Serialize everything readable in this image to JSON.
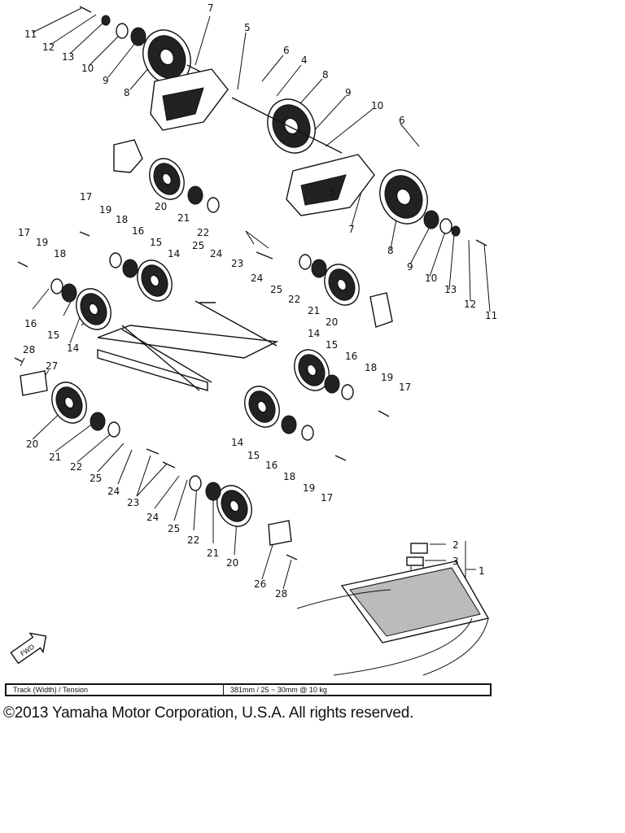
{
  "diagram": {
    "labels": [
      "11",
      "12",
      "13",
      "10",
      "9",
      "8",
      "7",
      "5",
      "6",
      "4",
      "8",
      "9",
      "10",
      "6",
      "20",
      "21",
      "22",
      "25",
      "24",
      "23",
      "24",
      "25",
      "22",
      "21",
      "20",
      "5",
      "7",
      "8",
      "9",
      "10",
      "13",
      "12",
      "11",
      "17",
      "19",
      "18",
      "16",
      "15",
      "14",
      "17",
      "19",
      "18",
      "16",
      "15",
      "14",
      "14",
      "15",
      "16",
      "18",
      "19",
      "17",
      "28",
      "27",
      "20",
      "21",
      "22",
      "25",
      "24",
      "23",
      "24",
      "25",
      "22",
      "21",
      "20",
      "14",
      "15",
      "16",
      "18",
      "19",
      "17",
      "26",
      "28",
      "2",
      "3",
      "1"
    ],
    "fwd_label": "FWD"
  },
  "spec_table": {
    "label": "Track (Width) / Tension",
    "value": "381mm / 25 ~ 30mm @ 10 kg"
  },
  "copyright": "©2013 Yamaha Motor Corporation, U.S.A. All rights reserved."
}
